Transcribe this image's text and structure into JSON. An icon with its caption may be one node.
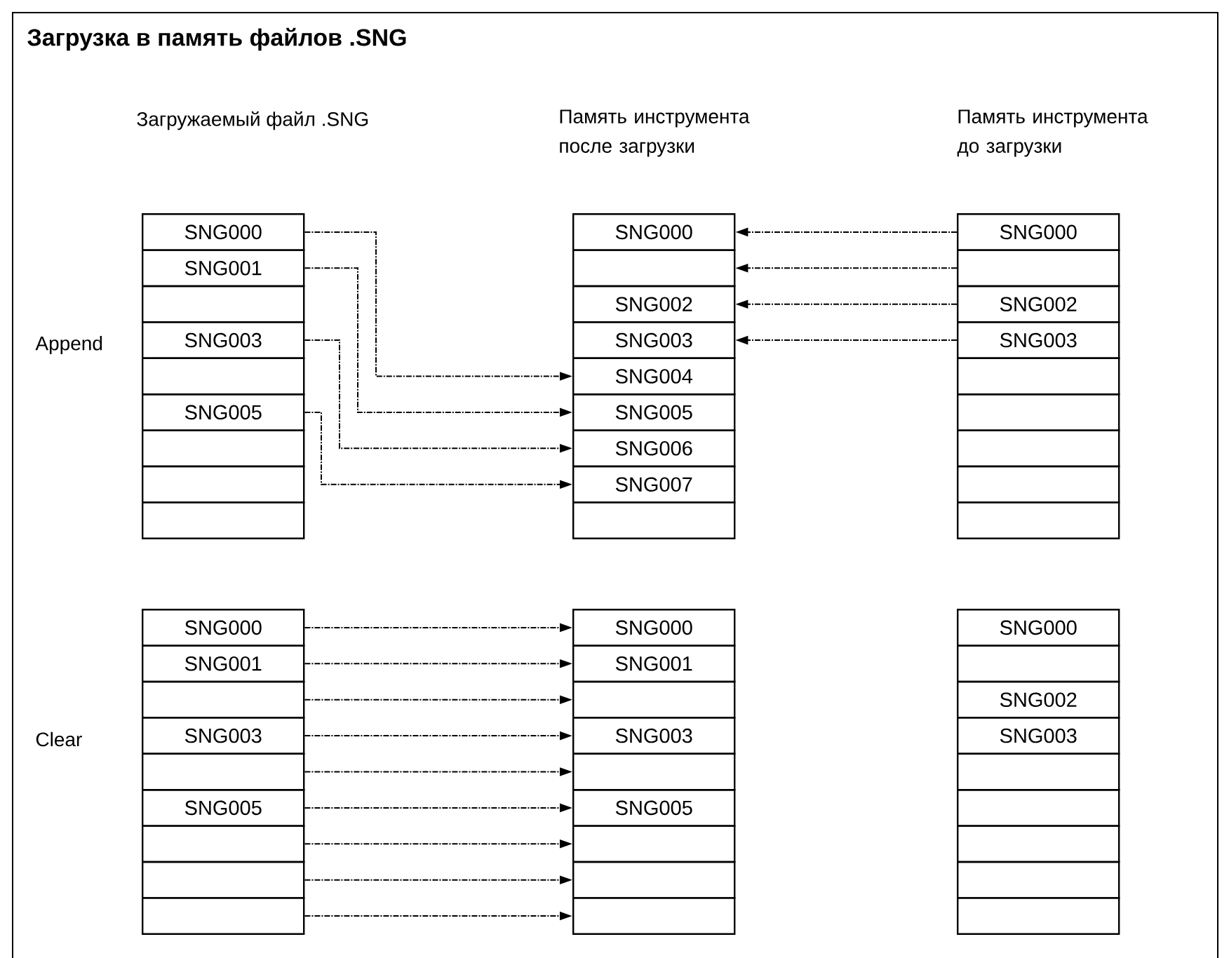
{
  "diagram": {
    "title": "Загрузка в память файлов .SNG",
    "nodes": [
      {
        "text": [
          "SNG000"
        ]
      },
      {
        "text": [
          "SNG001"
        ]
      },
      {
        "text": [],
        "shape": "box"
      },
      {
        "text": [
          "SNG003"
        ]
      },
      {
        "text": [],
        "shape": "box"
      },
      {
        "text": [
          "SNG005"
        ]
      },
      {
        "text": [],
        "shape": "box"
      },
      {
        "text": [],
        "shape": "box"
      },
      {
        "text": [],
        "shape": "box"
      },
      {
        "text": [
          "SNG000"
        ]
      },
      {
        "text": [],
        "shape": "box"
      },
      {
        "text": [
          "SNG002"
        ]
      },
      {
        "text": [
          "SNG003"
        ]
      },
      {
        "text": [
          "SNG004"
        ]
      },
      {
        "text": [
          "SNG005"
        ]
      },
      {
        "text": [
          "SNG006"
        ]
      },
      {
        "text": [
          "SNG007"
        ]
      },
      {
        "text": [],
        "shape": "box"
      },
      {
        "text": [
          "SNG000"
        ]
      },
      {
        "text": [],
        "shape": "box"
      },
      {
        "text": [
          "SNG002"
        ]
      },
      {
        "text": [
          "SNG003"
        ]
      },
      {
        "text": [],
        "shape": "box"
      },
      {
        "text": [],
        "shape": "box"
      },
      {
        "text": [],
        "shape": "box"
      },
      {
        "text": [],
        "shape": "box"
      },
      {
        "text": [],
        "shape": "box"
      },
      {
        "text": [
          "SNG000"
        ]
      },
      {
        "text": [
          "SNG001"
        ]
      },
      {
        "text": [],
        "shape": "box"
      },
      {
        "text": [
          "SNG003"
        ]
      },
      {
        "text": [],
        "shape": "box"
      },
      {
        "text": [
          "SNG005"
        ]
      },
      {
        "text": [],
        "shape": "box"
      },
      {
        "text": [],
        "shape": "box"
      },
      {
        "text": [],
        "shape": "box"
      },
      {
        "text": [
          "SNG000"
        ]
      },
      {
        "text": [
          "SNG001"
        ]
      },
      {
        "text": [],
        "shape": "box"
      },
      {
        "text": [
          "SNG003"
        ]
      },
      {
        "text": [],
        "shape": "box"
      },
      {
        "text": [
          "SNG005"
        ]
      },
      {
        "text": [],
        "shape": "box"
      },
      {
        "text": [],
        "shape": "box"
      },
      {
        "text": [],
        "shape": "box"
      },
      {
        "text": [
          "SNG000"
        ]
      },
      {
        "text": [],
        "shape": "box"
      },
      {
        "text": [
          "SNG002"
        ]
      },
      {
        "text": [
          "SNG003"
        ]
      },
      {
        "text": [],
        "shape": "box"
      },
      {
        "text": [],
        "shape": "box"
      },
      {
        "text": [],
        "shape": "box"
      },
      {
        "text": [],
        "shape": "box"
      },
      {
        "text": [],
        "shape": "box"
      }
    ],
    "edges": [
      {
        "from": 0,
        "to": 13,
        "arrow": "to"
      },
      {
        "from": 1,
        "to": 14,
        "arrow": "to"
      },
      {
        "from": 3,
        "to": 15,
        "arrow": "to"
      },
      {
        "from": 5,
        "to": 16,
        "arrow": "to"
      },
      {
        "from": 18,
        "to": 9,
        "arrow": "to"
      },
      {
        "from": 19,
        "to": 10,
        "arrow": "to"
      },
      {
        "from": 20,
        "to": 11,
        "arrow": "to"
      },
      {
        "from": 21,
        "to": 12,
        "arrow": "to"
      },
      {
        "from": 27,
        "to": 36,
        "arrow": "to"
      },
      {
        "from": 28,
        "to": 37,
        "arrow": "to"
      },
      {
        "from": 29,
        "to": 38,
        "arrow": "to"
      },
      {
        "from": 30,
        "to": 39,
        "arrow": "to"
      },
      {
        "from": 31,
        "to": 40,
        "arrow": "to"
      },
      {
        "from": 32,
        "to": 41,
        "arrow": "to"
      },
      {
        "from": 33,
        "to": 42,
        "arrow": "to"
      },
      {
        "from": 34,
        "to": 43,
        "arrow": "to"
      },
      {
        "from": 35,
        "to": 44,
        "arrow": "to"
      }
    ],
    "labels": [
      "Загружаемый файл .SNG",
      "Память инструмента после загрузки",
      "Память инструмента до загрузки",
      "Append",
      "Clear"
    ]
  }
}
